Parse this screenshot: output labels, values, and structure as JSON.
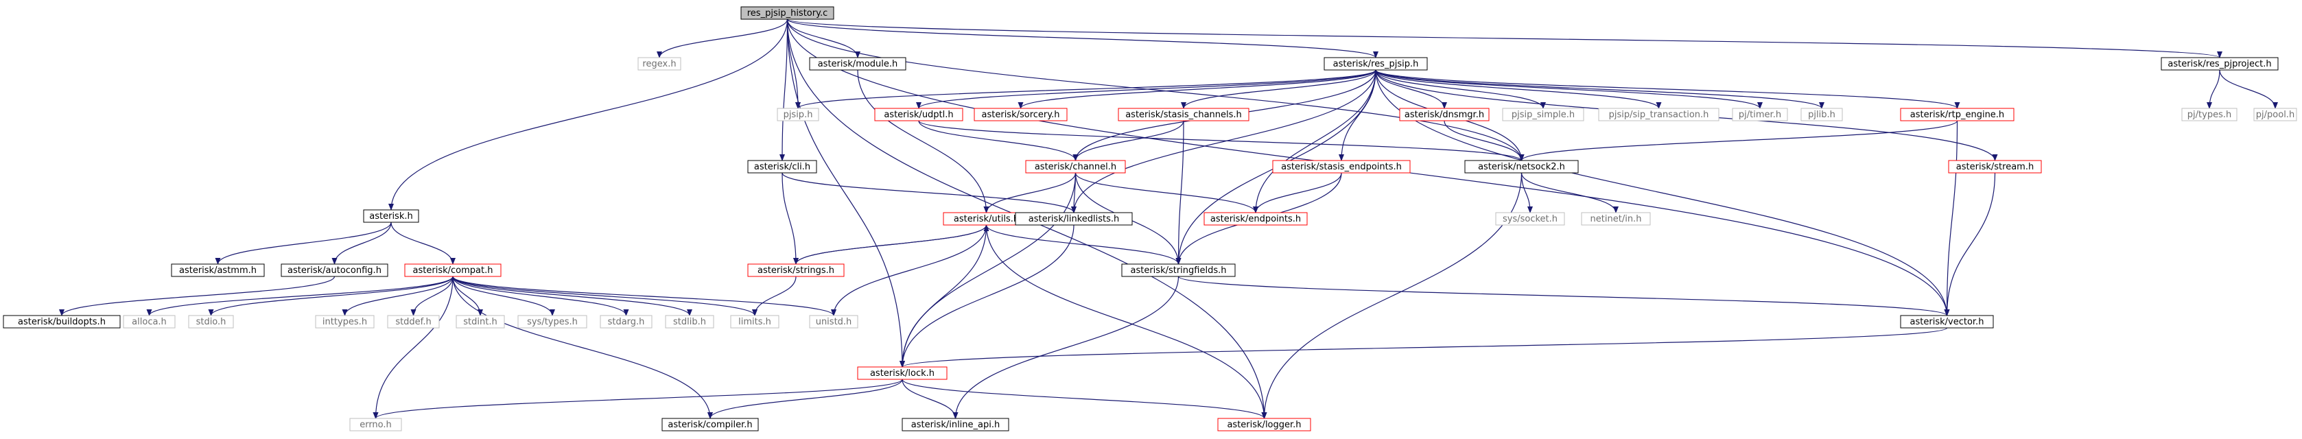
{
  "colors": {
    "edge": "#191970",
    "root_fill": "#bfbfbf",
    "box_black": "#000000",
    "box_red": "#ff0000",
    "box_gray": "#bfbfbf",
    "text_black": "#000000",
    "text_gray": "#6f6f6f"
  },
  "nodes": [
    {
      "id": "root",
      "label": "res_pjsip_history.c",
      "style": "root"
    },
    {
      "id": "regex",
      "label": "regex.h",
      "style": "gray"
    },
    {
      "id": "module",
      "label": "asterisk/module.h",
      "style": "black"
    },
    {
      "id": "res_pjsip",
      "label": "asterisk/res_pjsip.h",
      "style": "black"
    },
    {
      "id": "res_pjproject",
      "label": "asterisk/res_pjproject.h",
      "style": "black"
    },
    {
      "id": "pjtypes",
      "label": "pj/types.h",
      "style": "gray"
    },
    {
      "id": "pjpool",
      "label": "pj/pool.h",
      "style": "gray"
    },
    {
      "id": "pjsip",
      "label": "pjsip.h",
      "style": "gray"
    },
    {
      "id": "udptl",
      "label": "asterisk/udptl.h",
      "style": "red"
    },
    {
      "id": "sorcery",
      "label": "asterisk/sorcery.h",
      "style": "red"
    },
    {
      "id": "stasis_channels",
      "label": "asterisk/stasis_channels.h",
      "style": "red"
    },
    {
      "id": "dnsmgr",
      "label": "asterisk/dnsmgr.h",
      "style": "red"
    },
    {
      "id": "pjsip_simple",
      "label": "pjsip_simple.h",
      "style": "gray"
    },
    {
      "id": "sip_transaction",
      "label": "pjsip/sip_transaction.h",
      "style": "gray"
    },
    {
      "id": "pjtimer",
      "label": "pj/timer.h",
      "style": "gray"
    },
    {
      "id": "pjlib",
      "label": "pjlib.h",
      "style": "gray"
    },
    {
      "id": "rtp_engine",
      "label": "asterisk/rtp_engine.h",
      "style": "red"
    },
    {
      "id": "cli",
      "label": "asterisk/cli.h",
      "style": "black"
    },
    {
      "id": "channel",
      "label": "asterisk/channel.h",
      "style": "red"
    },
    {
      "id": "stasis_endpoints",
      "label": "asterisk/stasis_endpoints.h",
      "style": "red"
    },
    {
      "id": "netsock2",
      "label": "asterisk/netsock2.h",
      "style": "black"
    },
    {
      "id": "stream",
      "label": "asterisk/stream.h",
      "style": "red"
    },
    {
      "id": "asterisk_h",
      "label": "asterisk.h",
      "style": "black"
    },
    {
      "id": "utils",
      "label": "asterisk/utils.h",
      "style": "red"
    },
    {
      "id": "linkedlists",
      "label": "asterisk/linkedlists.h",
      "style": "black"
    },
    {
      "id": "endpoints",
      "label": "asterisk/endpoints.h",
      "style": "red"
    },
    {
      "id": "syssocket",
      "label": "sys/socket.h",
      "style": "gray"
    },
    {
      "id": "netinet",
      "label": "netinet/in.h",
      "style": "gray"
    },
    {
      "id": "astmm",
      "label": "asterisk/astmm.h",
      "style": "black"
    },
    {
      "id": "autoconfig",
      "label": "asterisk/autoconfig.h",
      "style": "black"
    },
    {
      "id": "compat",
      "label": "asterisk/compat.h",
      "style": "red"
    },
    {
      "id": "strings",
      "label": "asterisk/strings.h",
      "style": "red"
    },
    {
      "id": "stringfields",
      "label": "asterisk/stringfields.h",
      "style": "black"
    },
    {
      "id": "buildopts",
      "label": "asterisk/buildopts.h",
      "style": "black"
    },
    {
      "id": "alloca",
      "label": "alloca.h",
      "style": "gray"
    },
    {
      "id": "stdio",
      "label": "stdio.h",
      "style": "gray"
    },
    {
      "id": "inttypes",
      "label": "inttypes.h",
      "style": "gray"
    },
    {
      "id": "stddef",
      "label": "stddef.h",
      "style": "gray"
    },
    {
      "id": "stdint",
      "label": "stdint.h",
      "style": "gray"
    },
    {
      "id": "systypes",
      "label": "sys/types.h",
      "style": "gray"
    },
    {
      "id": "stdarg",
      "label": "stdarg.h",
      "style": "gray"
    },
    {
      "id": "stdlib",
      "label": "stdlib.h",
      "style": "gray"
    },
    {
      "id": "limits",
      "label": "limits.h",
      "style": "gray"
    },
    {
      "id": "unistd",
      "label": "unistd.h",
      "style": "gray"
    },
    {
      "id": "vector",
      "label": "asterisk/vector.h",
      "style": "black"
    },
    {
      "id": "lock",
      "label": "asterisk/lock.h",
      "style": "red"
    },
    {
      "id": "errno",
      "label": "errno.h",
      "style": "gray"
    },
    {
      "id": "compiler",
      "label": "asterisk/compiler.h",
      "style": "black"
    },
    {
      "id": "inline_api",
      "label": "asterisk/inline_api.h",
      "style": "black"
    },
    {
      "id": "logger",
      "label": "asterisk/logger.h",
      "style": "red"
    }
  ],
  "edges": [
    [
      "root",
      "regex"
    ],
    [
      "root",
      "module"
    ],
    [
      "root",
      "res_pjsip"
    ],
    [
      "root",
      "res_pjproject"
    ],
    [
      "root",
      "pjsip"
    ],
    [
      "root",
      "cli"
    ],
    [
      "root",
      "asterisk_h"
    ],
    [
      "root",
      "lock"
    ],
    [
      "root",
      "netsock2"
    ],
    [
      "root",
      "vector"
    ],
    [
      "root",
      "logger"
    ],
    [
      "res_pjproject",
      "pjtypes"
    ],
    [
      "res_pjproject",
      "pjpool"
    ],
    [
      "res_pjsip",
      "pjsip"
    ],
    [
      "res_pjsip",
      "udptl"
    ],
    [
      "res_pjsip",
      "sorcery"
    ],
    [
      "res_pjsip",
      "stasis_channels"
    ],
    [
      "res_pjsip",
      "dnsmgr"
    ],
    [
      "res_pjsip",
      "pjsip_simple"
    ],
    [
      "res_pjsip",
      "sip_transaction"
    ],
    [
      "res_pjsip",
      "pjtimer"
    ],
    [
      "res_pjsip",
      "pjlib"
    ],
    [
      "res_pjsip",
      "rtp_engine"
    ],
    [
      "res_pjsip",
      "channel"
    ],
    [
      "res_pjsip",
      "stasis_endpoints"
    ],
    [
      "res_pjsip",
      "netsock2"
    ],
    [
      "res_pjsip",
      "stream"
    ],
    [
      "res_pjsip",
      "linkedlists"
    ],
    [
      "res_pjsip",
      "endpoints"
    ],
    [
      "res_pjsip",
      "stringfields"
    ],
    [
      "res_pjsip",
      "vector"
    ],
    [
      "module",
      "utils"
    ],
    [
      "udptl",
      "netsock2"
    ],
    [
      "udptl",
      "channel"
    ],
    [
      "stasis_channels",
      "channel"
    ],
    [
      "stasis_channels",
      "stringfields"
    ],
    [
      "dnsmgr",
      "netsock2"
    ],
    [
      "rtp_engine",
      "netsock2"
    ],
    [
      "rtp_engine",
      "vector"
    ],
    [
      "stream",
      "vector"
    ],
    [
      "cli",
      "strings"
    ],
    [
      "cli",
      "linkedlists"
    ],
    [
      "channel",
      "utils"
    ],
    [
      "channel",
      "linkedlists"
    ],
    [
      "channel",
      "endpoints"
    ],
    [
      "channel",
      "stringfields"
    ],
    [
      "channel",
      "lock"
    ],
    [
      "stasis_endpoints",
      "endpoints"
    ],
    [
      "stasis_endpoints",
      "stringfields"
    ],
    [
      "netsock2",
      "syssocket"
    ],
    [
      "netsock2",
      "netinet"
    ],
    [
      "netsock2",
      "logger"
    ],
    [
      "asterisk_h",
      "astmm"
    ],
    [
      "asterisk_h",
      "autoconfig"
    ],
    [
      "asterisk_h",
      "compat"
    ],
    [
      "autoconfig",
      "buildopts"
    ],
    [
      "compat",
      "alloca"
    ],
    [
      "compat",
      "stdio"
    ],
    [
      "compat",
      "inttypes"
    ],
    [
      "compat",
      "stddef"
    ],
    [
      "compat",
      "stdint"
    ],
    [
      "compat",
      "systypes"
    ],
    [
      "compat",
      "stdarg"
    ],
    [
      "compat",
      "stdlib"
    ],
    [
      "compat",
      "limits"
    ],
    [
      "compat",
      "unistd"
    ],
    [
      "compat",
      "errno"
    ],
    [
      "compat",
      "compiler"
    ],
    [
      "utils",
      "strings"
    ],
    [
      "utils",
      "unistd"
    ],
    [
      "utils",
      "stringfields"
    ],
    [
      "utils",
      "lock"
    ],
    [
      "utils",
      "logger"
    ],
    [
      "strings",
      "utils"
    ],
    [
      "strings",
      "limits"
    ],
    [
      "linkedlists",
      "lock"
    ],
    [
      "stringfields",
      "vector"
    ],
    [
      "stringfields",
      "inline_api"
    ],
    [
      "vector",
      "lock"
    ],
    [
      "lock",
      "errno"
    ],
    [
      "lock",
      "compiler"
    ],
    [
      "lock",
      "inline_api"
    ],
    [
      "lock",
      "logger"
    ]
  ]
}
